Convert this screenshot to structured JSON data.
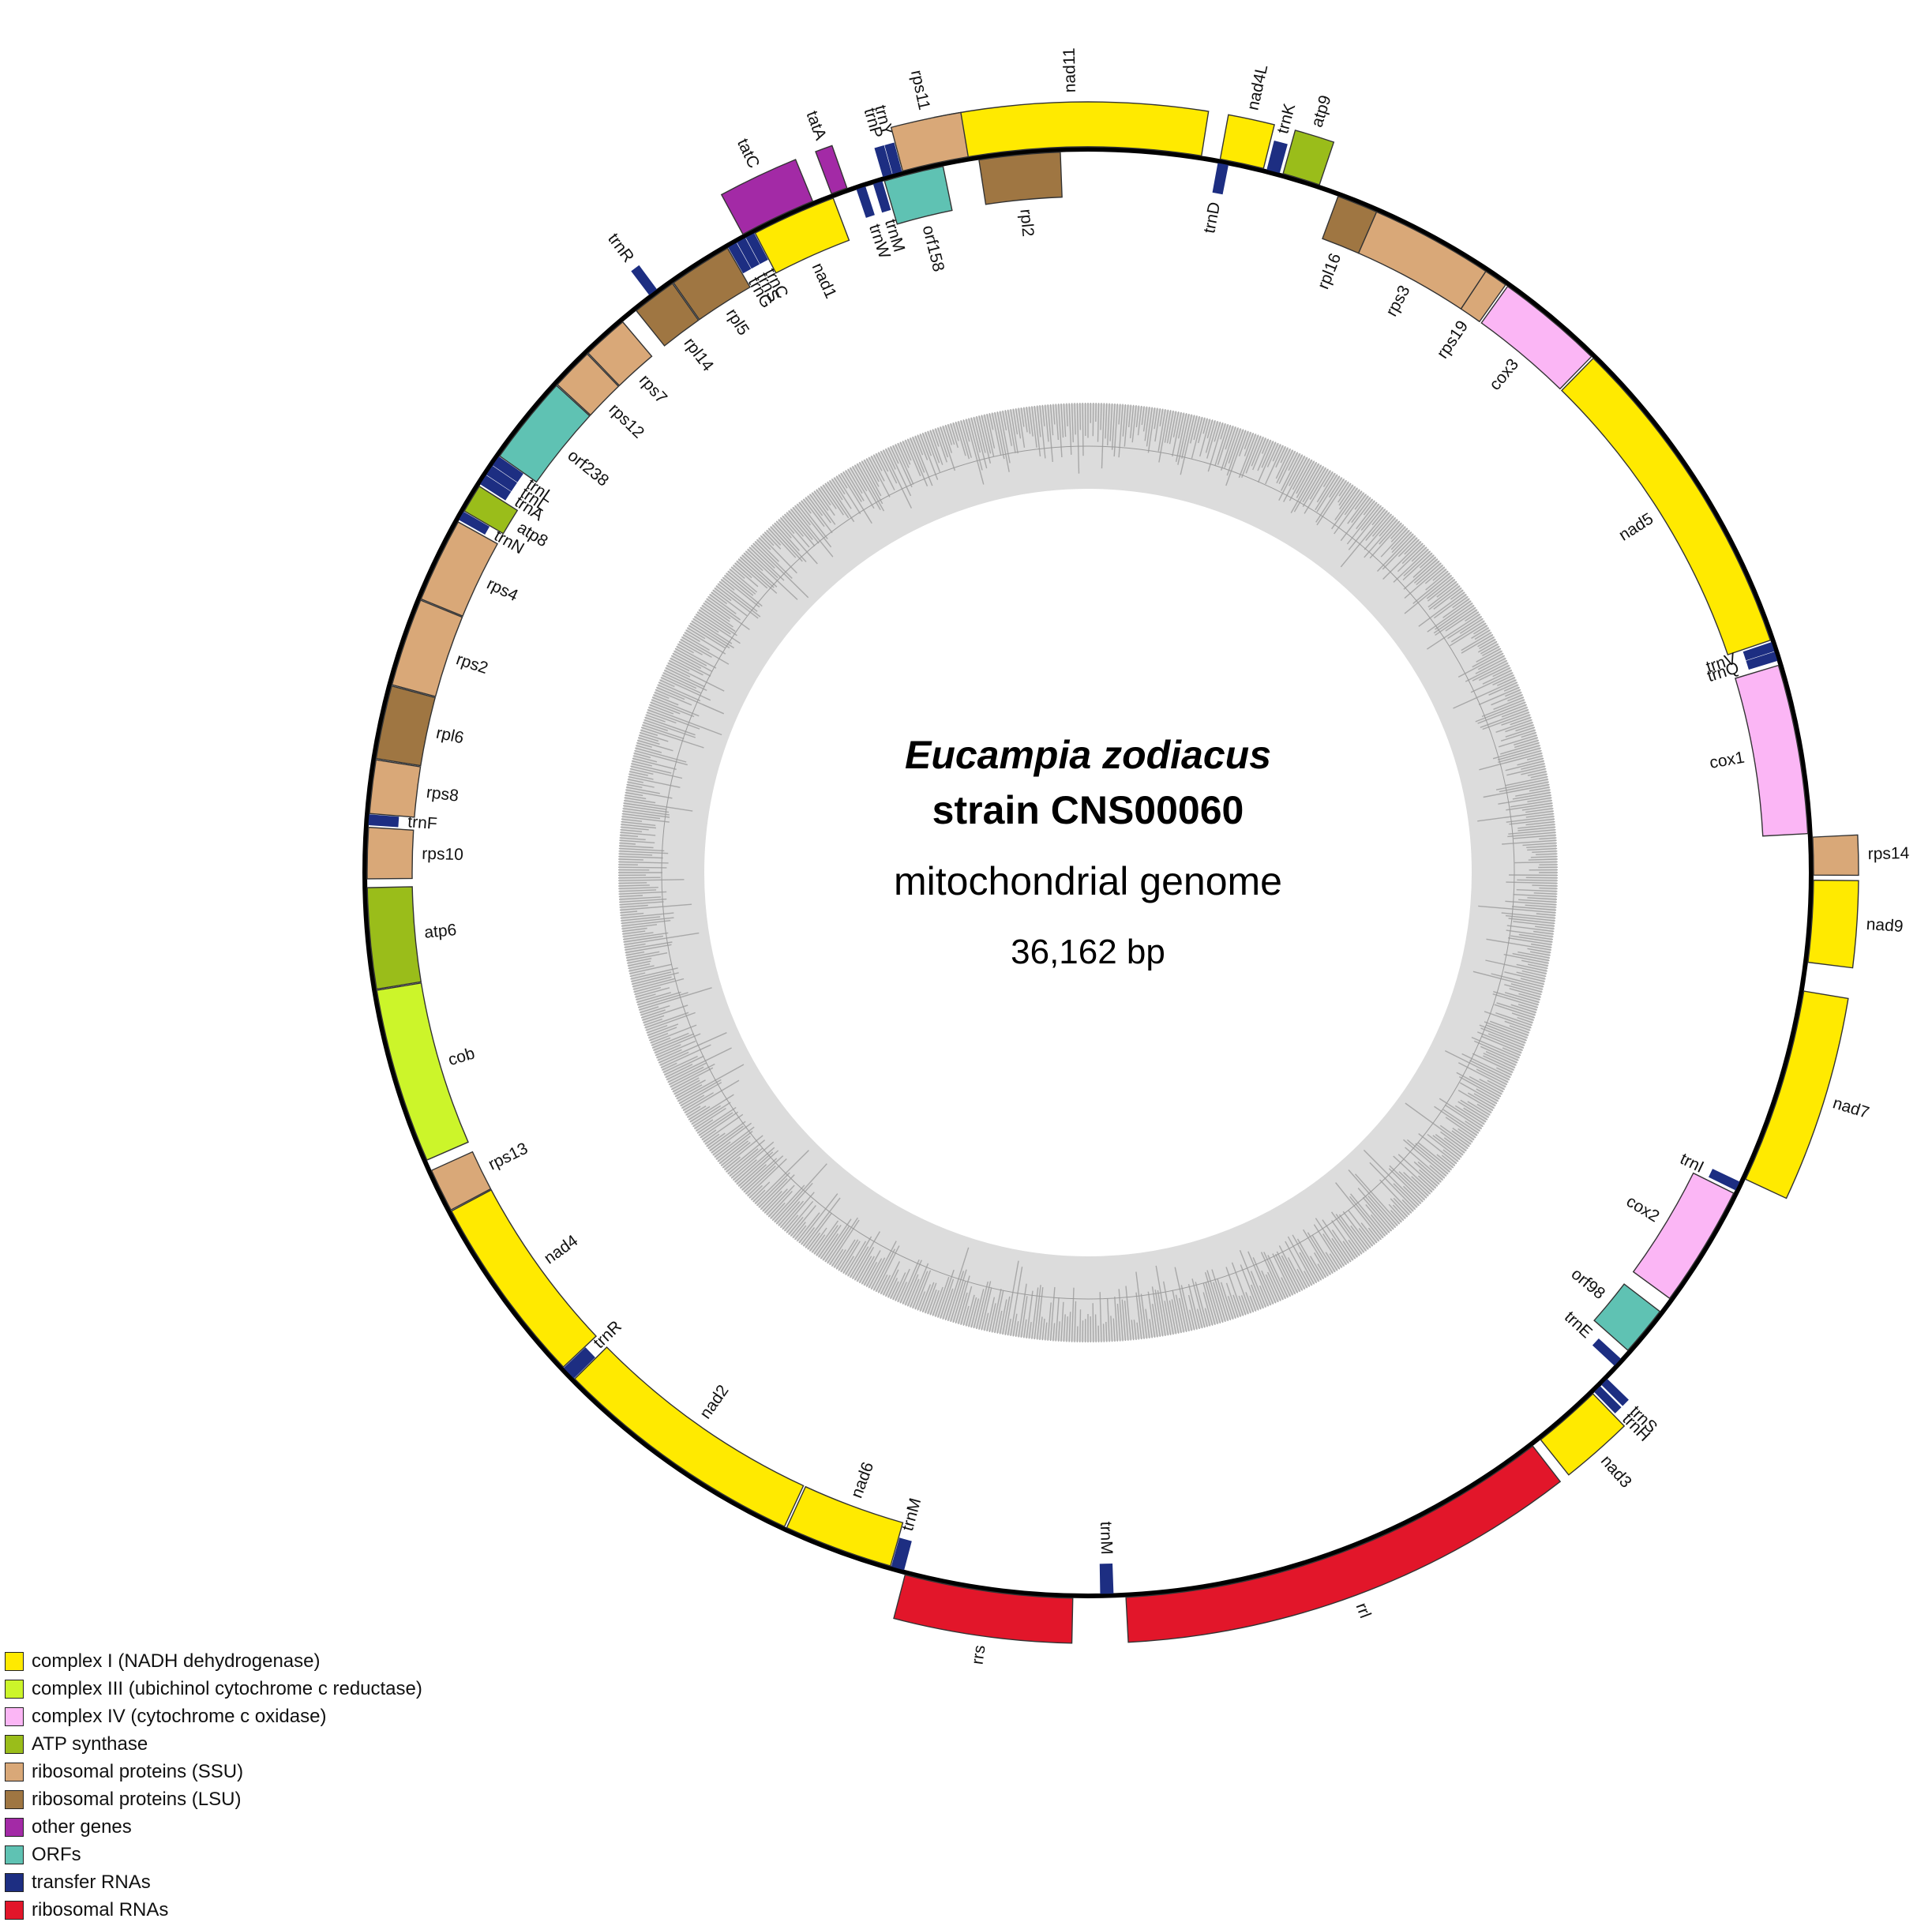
{
  "title": {
    "species": "Eucampia zodiacus",
    "strain": "strain CNS00060",
    "description": "mitochondrial genome",
    "size": "36,162 bp"
  },
  "legend": [
    {
      "key": "c1",
      "label": "complex I (NADH dehydrogenase)",
      "color": "#ffea00"
    },
    {
      "key": "c3",
      "label": "complex III (ubichinol cytochrome c reductase)",
      "color": "#ccf52a"
    },
    {
      "key": "c4",
      "label": "complex IV (cytochrome c oxidase)",
      "color": "#fbb6f5"
    },
    {
      "key": "atp",
      "label": "ATP synthase",
      "color": "#9abd1a"
    },
    {
      "key": "ssu",
      "label": "ribosomal proteins (SSU)",
      "color": "#d9a878"
    },
    {
      "key": "lsu",
      "label": "ribosomal proteins (LSU)",
      "color": "#9f7642"
    },
    {
      "key": "oth",
      "label": "other genes",
      "color": "#a32aa6"
    },
    {
      "key": "orf",
      "label": "ORFs",
      "color": "#5fc2b3"
    },
    {
      "key": "trna",
      "label": "transfer RNAs",
      "color": "#1d2e82"
    },
    {
      "key": "rrna",
      "label": "ribosomal RNAs",
      "color": "#e2162a"
    }
  ],
  "genes": [
    {
      "name": "nad11",
      "cat": "c1",
      "strand": "out",
      "start": -11.5,
      "end": 9.0
    },
    {
      "name": "nad4L",
      "cat": "c1",
      "strand": "out",
      "start": 10.5,
      "end": 14.0
    },
    {
      "name": "trnD",
      "cat": "trna",
      "strand": "in",
      "start": 10.4,
      "end": 11.2
    },
    {
      "name": "trnK",
      "cat": "trna",
      "strand": "out",
      "start": 14.3,
      "end": 15.3
    },
    {
      "name": "atp9",
      "cat": "atp",
      "strand": "out",
      "start": 15.6,
      "end": 18.6
    },
    {
      "name": "rpl16",
      "cat": "lsu",
      "strand": "in",
      "start": 20.3,
      "end": 23.6
    },
    {
      "name": "rps3",
      "cat": "ssu",
      "strand": "in",
      "start": 23.6,
      "end": 33.5
    },
    {
      "name": "rps19",
      "cat": "ssu",
      "strand": "in",
      "start": 33.5,
      "end": 35.4
    },
    {
      "name": "cox3",
      "cat": "c4",
      "strand": "in",
      "start": 35.6,
      "end": 44.3
    },
    {
      "name": "nad5",
      "cat": "c1",
      "strand": "in",
      "start": 44.5,
      "end": 71.2
    },
    {
      "name": "trnV",
      "cat": "trna",
      "strand": "in",
      "start": 71.4,
      "end": 72.1
    },
    {
      "name": "trnQ",
      "cat": "trna",
      "strand": "in",
      "start": 72.2,
      "end": 72.9
    },
    {
      "name": "cox1",
      "cat": "c4",
      "strand": "in",
      "start": 73.3,
      "end": 86.9
    },
    {
      "name": "rps14",
      "cat": "ssu",
      "strand": "out",
      "start": 87.2,
      "end": 90.2
    },
    {
      "name": "nad9",
      "cat": "c1",
      "strand": "out",
      "start": 90.6,
      "end": 97.1
    },
    {
      "name": "nad7",
      "cat": "c1",
      "strand": "out",
      "start": 99.4,
      "end": 115.0
    },
    {
      "name": "trnI",
      "cat": "trna",
      "strand": "in",
      "start": 115.4,
      "end": 116.1
    },
    {
      "name": "cox2",
      "cat": "c4",
      "strand": "in",
      "start": 116.4,
      "end": 126.2
    },
    {
      "name": "orf98",
      "cat": "orf",
      "strand": "in",
      "start": 127.5,
      "end": 131.5
    },
    {
      "name": "trnE",
      "cat": "trna",
      "strand": "in",
      "start": 132.4,
      "end": 133.1
    },
    {
      "name": "trnS",
      "cat": "trna",
      "strand": "out",
      "start": 134.3,
      "end": 134.9
    },
    {
      "name": "trnH",
      "cat": "trna",
      "strand": "out",
      "start": 135.1,
      "end": 135.7
    },
    {
      "name": "nad3",
      "cat": "c1",
      "strand": "out",
      "start": 135.9,
      "end": 141.4
    },
    {
      "name": "rrl",
      "cat": "rrna",
      "strand": "out",
      "start": 142.2,
      "end": 177.0
    },
    {
      "name": "trnM",
      "cat": "trna",
      "strand": "in",
      "start": 178.0,
      "end": 179.0
    },
    {
      "name": "rrs",
      "cat": "rrna",
      "strand": "out",
      "start": 181.2,
      "end": 194.6
    },
    {
      "name": "trnM",
      "cat": "trna",
      "strand": "in",
      "start": 194.8,
      "end": 195.8
    },
    {
      "name": "nad6",
      "cat": "c1",
      "strand": "in",
      "start": 195.9,
      "end": 204.7
    },
    {
      "name": "nad2",
      "cat": "c1",
      "strand": "in",
      "start": 204.9,
      "end": 225.4
    },
    {
      "name": "trnR",
      "cat": "trna",
      "strand": "in",
      "start": 225.5,
      "end": 226.6
    },
    {
      "name": "nad4",
      "cat": "c1",
      "strand": "in",
      "start": 226.7,
      "end": 242.0
    },
    {
      "name": "rps13",
      "cat": "ssu",
      "strand": "in",
      "start": 242.1,
      "end": 245.6
    },
    {
      "name": "cob",
      "cat": "c3",
      "strand": "in",
      "start": 246.5,
      "end": 260.6
    },
    {
      "name": "atp6",
      "cat": "atp",
      "strand": "in",
      "start": 260.7,
      "end": 268.8
    },
    {
      "name": "rps10",
      "cat": "ssu",
      "strand": "in",
      "start": 269.5,
      "end": 273.6
    },
    {
      "name": "trnF",
      "cat": "trna",
      "strand": "in",
      "start": 273.8,
      "end": 274.6
    },
    {
      "name": "rps8",
      "cat": "ssu",
      "strand": "in",
      "start": 274.7,
      "end": 279.0
    },
    {
      "name": "rpl6",
      "cat": "lsu",
      "strand": "in",
      "start": 279.1,
      "end": 285.0
    },
    {
      "name": "rps2",
      "cat": "ssu",
      "strand": "in",
      "start": 285.1,
      "end": 292.2
    },
    {
      "name": "rps4",
      "cat": "ssu",
      "strand": "in",
      "start": 292.3,
      "end": 299.1
    },
    {
      "name": "trnN",
      "cat": "trna",
      "strand": "in",
      "start": 299.3,
      "end": 300.0
    },
    {
      "name": "atp8",
      "cat": "atp",
      "strand": "in",
      "start": 300.1,
      "end": 302.4
    },
    {
      "name": "trnA",
      "cat": "trna",
      "strand": "in",
      "start": 302.6,
      "end": 303.4
    },
    {
      "name": "trnL",
      "cat": "trna",
      "strand": "in",
      "start": 303.5,
      "end": 304.3
    },
    {
      "name": "trnL",
      "cat": "trna",
      "strand": "in",
      "start": 304.4,
      "end": 305.2
    },
    {
      "name": "orf238",
      "cat": "orf",
      "strand": "in",
      "start": 305.3,
      "end": 312.5
    },
    {
      "name": "rps12",
      "cat": "ssu",
      "strand": "in",
      "start": 312.6,
      "end": 316.0
    },
    {
      "name": "rps7",
      "cat": "ssu",
      "strand": "in",
      "start": 316.1,
      "end": 319.8
    },
    {
      "name": "rpl14",
      "cat": "lsu",
      "strand": "in",
      "start": 321.2,
      "end": 324.8
    },
    {
      "name": "trnR",
      "cat": "trna",
      "strand": "out",
      "start": 322.8,
      "end": 323.5
    },
    {
      "name": "rpl5",
      "cat": "lsu",
      "strand": "in",
      "start": 324.9,
      "end": 330.0
    },
    {
      "name": "trnG",
      "cat": "trna",
      "strand": "in",
      "start": 330.1,
      "end": 330.8
    },
    {
      "name": "trnS",
      "cat": "trna",
      "strand": "in",
      "start": 330.9,
      "end": 331.6
    },
    {
      "name": "trnC",
      "cat": "trna",
      "strand": "in",
      "start": 331.7,
      "end": 332.4
    },
    {
      "name": "nad1",
      "cat": "c1",
      "strand": "in",
      "start": 332.5,
      "end": 339.3
    },
    {
      "name": "tatC",
      "cat": "oth",
      "strand": "out",
      "start": 331.6,
      "end": 337.7
    },
    {
      "name": "tatA",
      "cat": "oth",
      "strand": "out",
      "start": 339.3,
      "end": 340.6
    },
    {
      "name": "trnW",
      "cat": "trna",
      "strand": "in",
      "start": 341.3,
      "end": 342.0
    },
    {
      "name": "trnM",
      "cat": "trna",
      "strand": "in",
      "start": 342.7,
      "end": 343.4
    },
    {
      "name": "orf158",
      "cat": "orf",
      "strand": "in",
      "start": 343.6,
      "end": 348.4
    },
    {
      "name": "trnP",
      "cat": "trna",
      "strand": "out",
      "start": 343.6,
      "end": 344.3
    },
    {
      "name": "trnY",
      "cat": "trna",
      "strand": "out",
      "start": 344.4,
      "end": 345.1
    },
    {
      "name": "rps11",
      "cat": "ssu",
      "strand": "out",
      "start": 345.2,
      "end": 350.5
    },
    {
      "name": "rpl2",
      "cat": "lsu",
      "strand": "in",
      "start": 351.3,
      "end": 357.8
    }
  ]
}
